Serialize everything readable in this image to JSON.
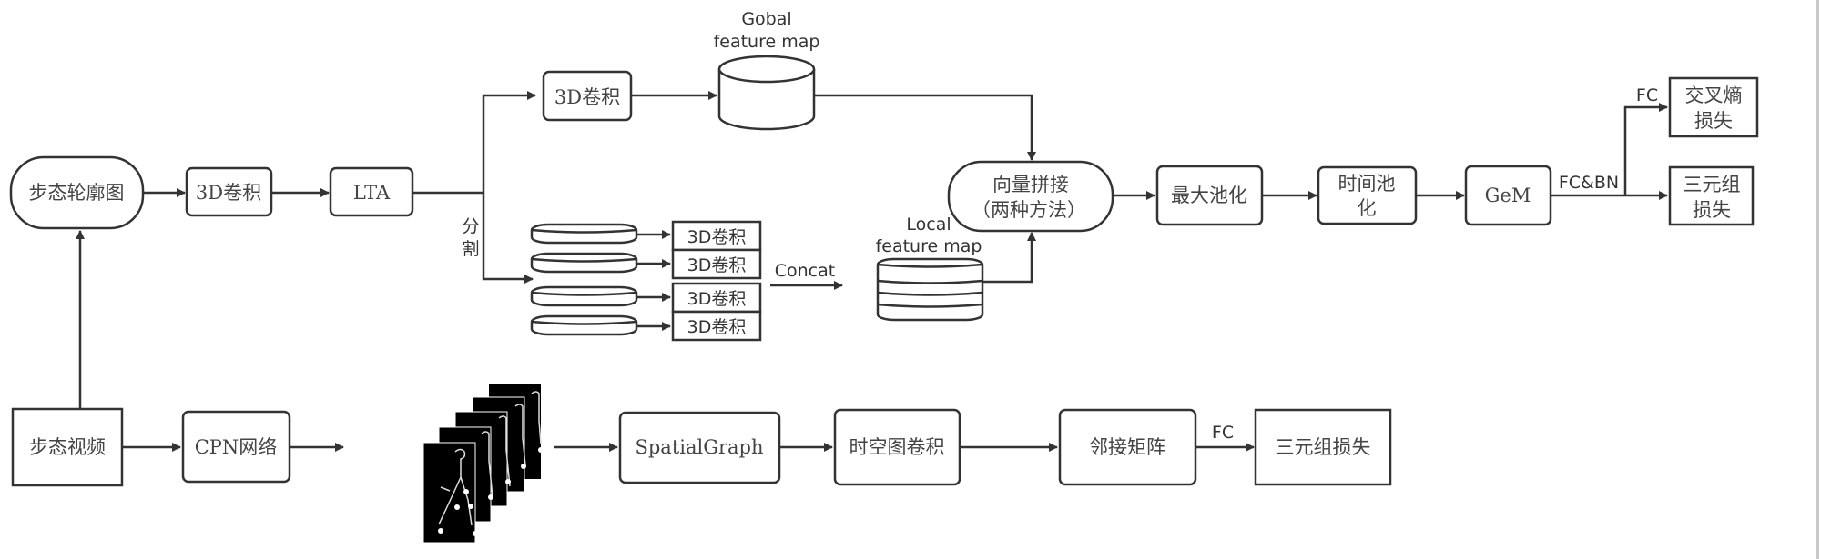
{
  "nodes": {
    "gait_silhouette": "步态轮廓图",
    "conv3d_1": "3D卷积",
    "lta": "LTA",
    "conv3d_global": "3D卷积",
    "global_map_line1": "Gobal",
    "global_map_line2": "feature map",
    "split_label_1": "分",
    "split_label_2": "割",
    "conv3d_parts": [
      "3D卷积",
      "3D卷积",
      "3D卷积",
      "3D卷积"
    ],
    "concat_label": "Concat",
    "local_map_line1": "Local",
    "local_map_line2": "feature map",
    "vector_concat_line1": "向量拼接",
    "vector_concat_line2": "（两种方法）",
    "max_pool": "最大池化",
    "temporal_pool_line1": "时间池",
    "temporal_pool_line2": "化",
    "gem": "GeM",
    "fc_bn_label": "FC&BN",
    "fc_label_top": "FC",
    "ce_loss_line1": "交叉熵",
    "ce_loss_line2": "损失",
    "triplet_top_line1": "三元组",
    "triplet_top_line2": "损失",
    "gait_video": "步态视频",
    "cpn": "CPN网络",
    "skeleton_frames": "skeleton-frames-image",
    "spatial_graph": "SpatialGraph",
    "st_graph_conv": "时空图卷积",
    "adjacency": "邻接矩阵",
    "fc_label_bottom": "FC",
    "triplet_bottom": "三元组损失"
  }
}
